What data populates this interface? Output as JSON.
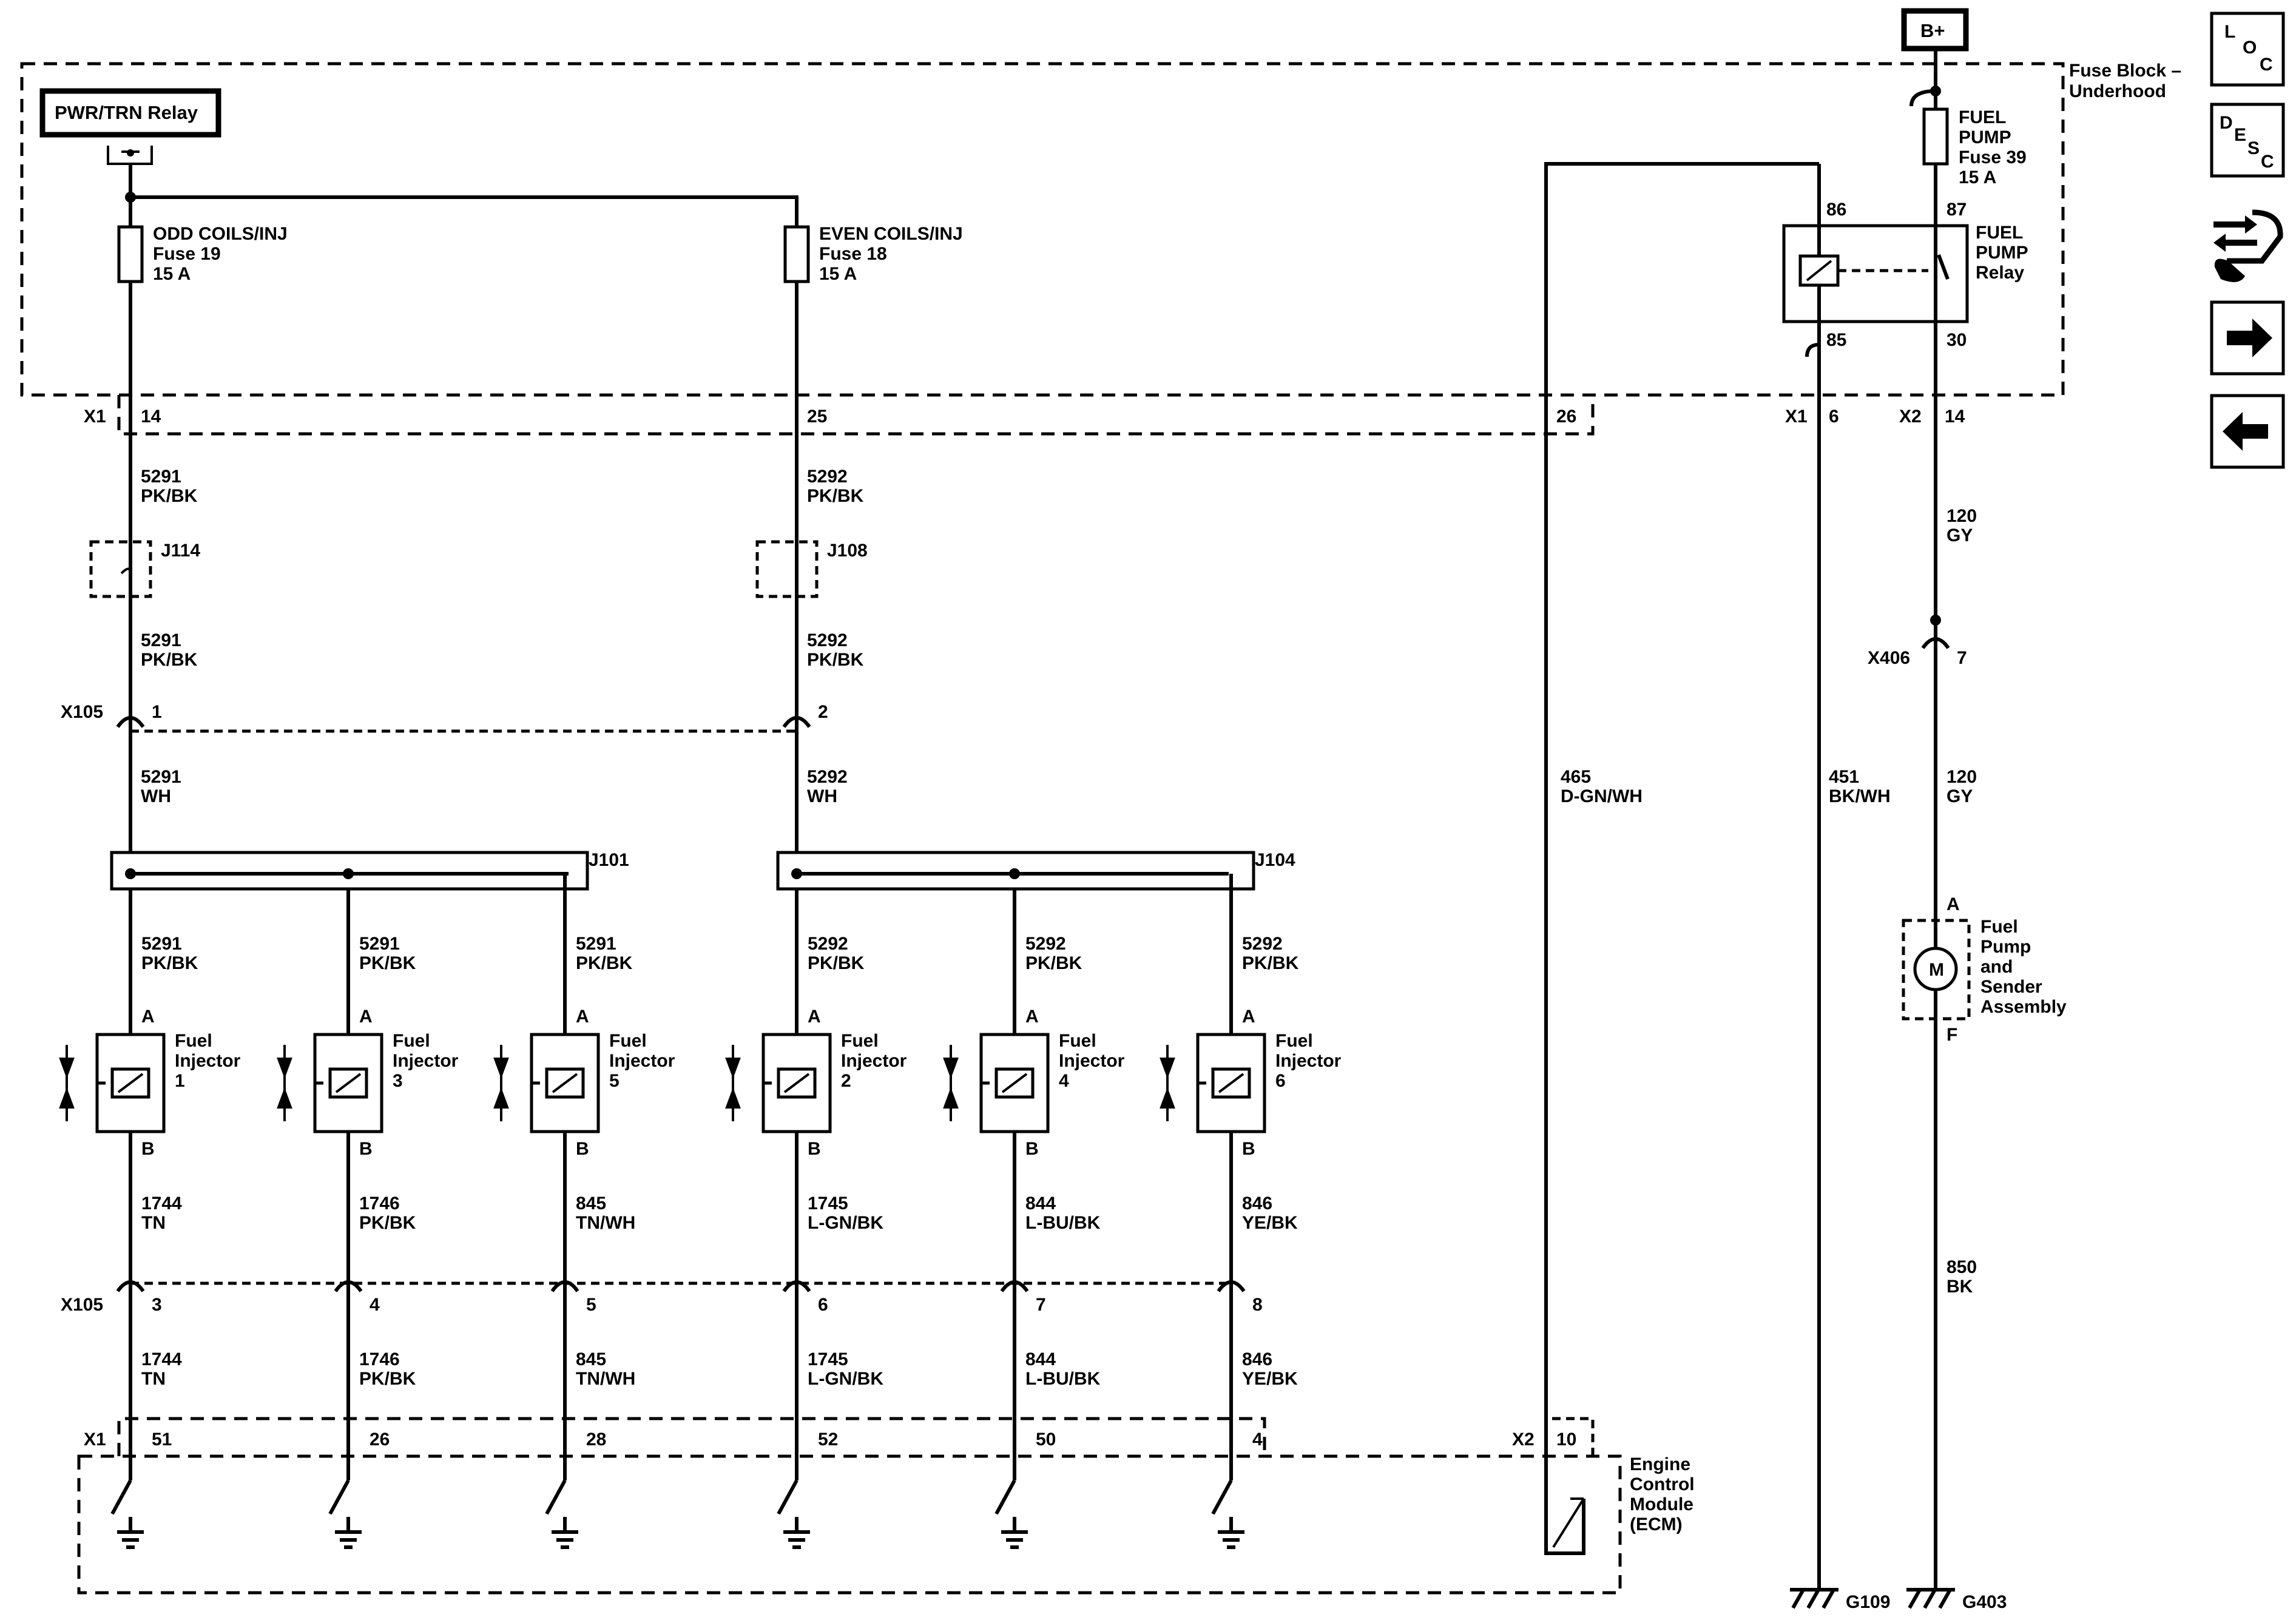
{
  "sources": {
    "bplus": "B+",
    "relay_tag": "PWR/TRN Relay",
    "fuse_block": [
      "Fuse Block –",
      "Underhood"
    ]
  },
  "fuses": {
    "odd": [
      "ODD COILS/INJ",
      "Fuse 19",
      "15 A"
    ],
    "even": [
      "EVEN COILS/INJ",
      "Fuse 18",
      "15 A"
    ],
    "pump": [
      "FUEL",
      "PUMP",
      "Fuse 39",
      "15 A"
    ]
  },
  "pump_relay": {
    "name": [
      "FUEL",
      "PUMP",
      "Relay"
    ],
    "pin86": "86",
    "pin87": "87",
    "pin85": "85",
    "pin30": "30"
  },
  "connectors": {
    "x1": "X1",
    "x2": "X2",
    "x105": "X105",
    "x406": "X406",
    "x1_14": "14",
    "x1_25": "25",
    "x1_26": "26",
    "x1_6": "6",
    "x2_14": "14",
    "x105_1": "1",
    "x105_2": "2",
    "x406_7": "7",
    "x105_pins": [
      "3",
      "4",
      "5",
      "6",
      "7",
      "8"
    ],
    "ecm_x1_pins": [
      "51",
      "26",
      "28",
      "52",
      "50",
      "4"
    ],
    "ecm_x2_10": "10"
  },
  "splices": {
    "j114": "J114",
    "j108": "J108",
    "j101": "J101",
    "j104": "J104"
  },
  "wires": {
    "w5291_pkbk": [
      "5291",
      "PK/BK"
    ],
    "w5292_pkbk": [
      "5292",
      "PK/BK"
    ],
    "w5291_wh": [
      "5291",
      "WH"
    ],
    "w5292_wh": [
      "5292",
      "WH"
    ],
    "w120_gy": [
      "120",
      "GY"
    ],
    "w465": [
      "465",
      "D-GN/WH"
    ],
    "w451": [
      "451",
      "BK/WH"
    ],
    "w850": [
      "850",
      "BK"
    ],
    "injector_circuits": [
      [
        "1744",
        "TN"
      ],
      [
        "1746",
        "PK/BK"
      ],
      [
        "845",
        "TN/WH"
      ],
      [
        "1745",
        "L-GN/BK"
      ],
      [
        "844",
        "L-BU/BK"
      ],
      [
        "846",
        "YE/BK"
      ]
    ]
  },
  "injectors": [
    {
      "label": [
        "Fuel",
        "Injector",
        "1"
      ]
    },
    {
      "label": [
        "Fuel",
        "Injector",
        "3"
      ]
    },
    {
      "label": [
        "Fuel",
        "Injector",
        "5"
      ]
    },
    {
      "label": [
        "Fuel",
        "Injector",
        "2"
      ]
    },
    {
      "label": [
        "Fuel",
        "Injector",
        "4"
      ]
    },
    {
      "label": [
        "Fuel",
        "Injector",
        "6"
      ]
    }
  ],
  "pin_a": "A",
  "pin_b": "B",
  "pump": {
    "pin_a": "A",
    "pin_f": "F",
    "motor": "M",
    "label": [
      "Fuel",
      "Pump",
      "and",
      "Sender",
      "Assembly"
    ]
  },
  "ecm": [
    "Engine",
    "Control",
    "Module",
    "(ECM)"
  ],
  "grounds": {
    "g109": "G109",
    "g403": "G403"
  },
  "nav": {
    "loc": [
      "L",
      "O",
      "C"
    ],
    "desc": [
      "D",
      "E",
      "S",
      "C"
    ],
    "connector_icon": "connector-list-icon",
    "next_icon": "arrow-right-icon",
    "prev_icon": "arrow-left-icon"
  }
}
